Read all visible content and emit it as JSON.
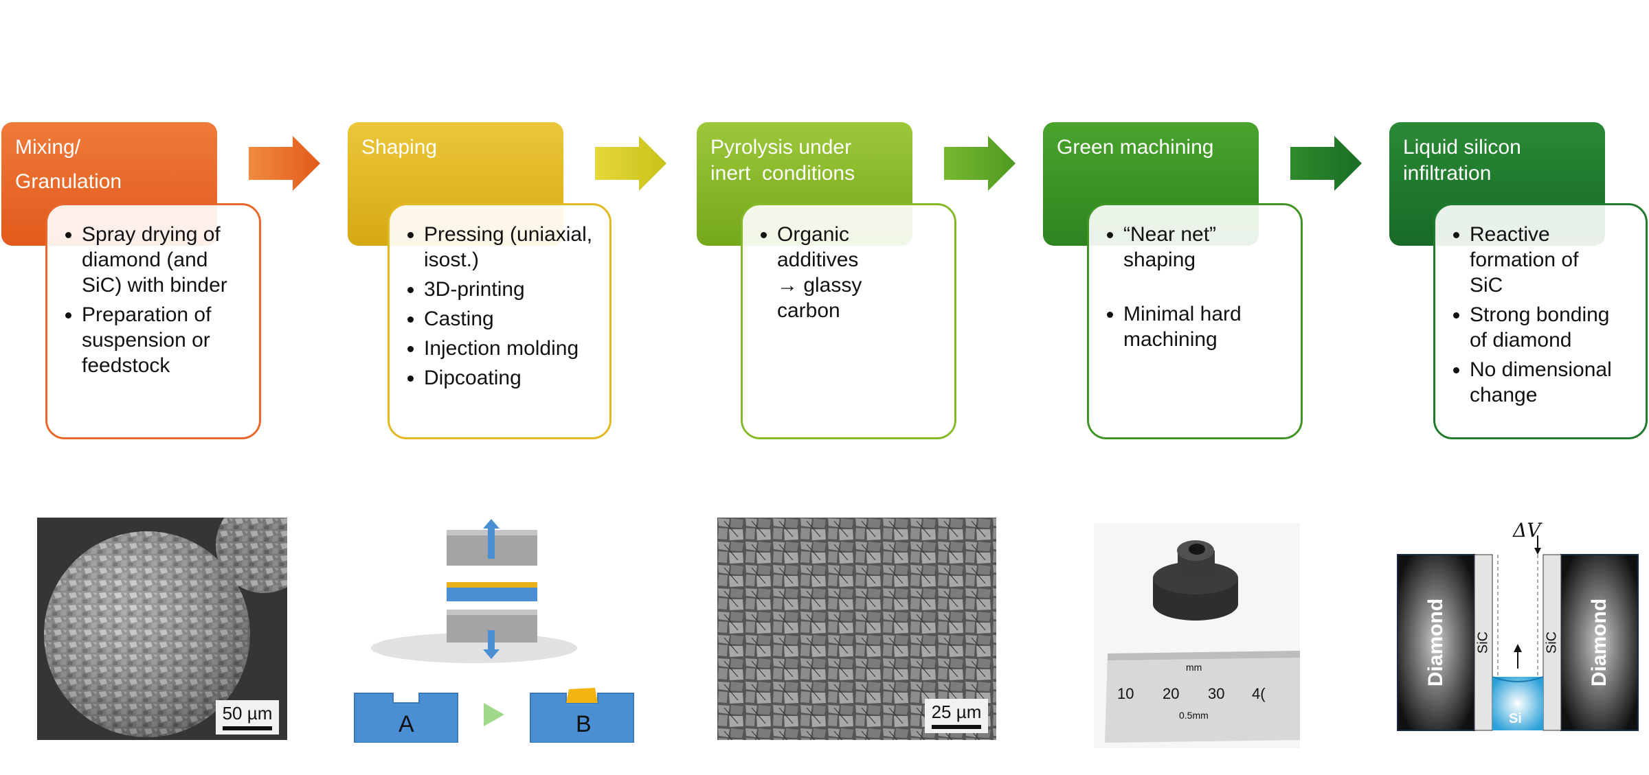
{
  "colors": {
    "step1": "#e8672a",
    "step2": "#e4b820",
    "step3": "#86b927",
    "step4": "#3e9424",
    "step5": "#1f7a2e",
    "accent_blue": "#4a90d9"
  },
  "steps": [
    {
      "title_lines": [
        "Mixing/",
        "Granulation"
      ],
      "bullets": [
        "Spray drying of diamond (and SiC) with binder",
        "Preparation of suspension or feedstock"
      ]
    },
    {
      "title_lines": [
        "Shaping"
      ],
      "bullets": [
        "Pressing (uniaxial, isost.)",
        "3D-printing",
        "Casting",
        "Injection molding",
        "Dipcoating"
      ]
    },
    {
      "title_lines": [
        "Pyrolysis under",
        "inert  conditions"
      ],
      "bullets": [
        "Organic additives → glassy carbon"
      ]
    },
    {
      "title_lines": [
        "Green machining"
      ],
      "bullets": [
        "“Near net” shaping",
        "Minimal hard machining"
      ]
    },
    {
      "title_lines": [
        "Liquid silicon",
        "infiltration"
      ],
      "bullets": [
        "Reactive formation  of SiC",
        "Strong bonding of diamond",
        "No dimensional change"
      ]
    }
  ],
  "illustrations": {
    "sem1_scale": "50 µm",
    "mold_label_a": "A",
    "mold_label_b": "B",
    "sem2_scale": "25 µm",
    "ruler_unit": "mm",
    "ruler_numbers": [
      "10",
      "20",
      "30",
      "4("
    ],
    "ruler_caption": "0.5mm",
    "delta_v": "ΔV",
    "diamond_left": "Diamond",
    "diamond_right": "Diamond",
    "sic_left": "SiC",
    "sic_right": "SiC",
    "si": "Si"
  }
}
